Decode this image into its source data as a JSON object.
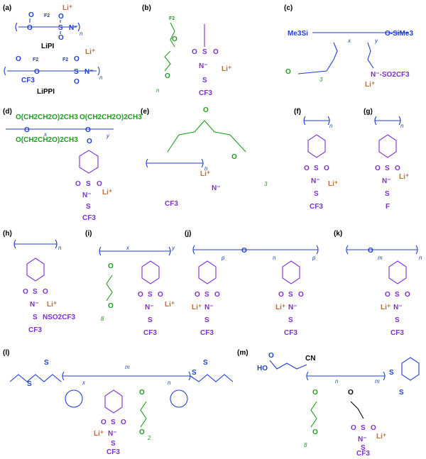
{
  "figure": {
    "panel_labels": [
      "(a)",
      "(b)",
      "(c)",
      "(d)",
      "(e)",
      "(f)",
      "(g)",
      "(h)",
      "(i)",
      "(j)",
      "(k)",
      "(l)",
      "(m)"
    ],
    "names": {
      "a1": "LiPI",
      "a2": "LiPPI"
    },
    "colors": {
      "backbone": "#1e3fd0",
      "side_chain": "#1f9a1f",
      "anion": "#7b2fd0",
      "lithium": "#e2621b"
    },
    "chem": {
      "li": "Li",
      "li_plus": "Li⁺",
      "cf3": "CF3",
      "f2": "F2",
      "o": "O",
      "s": "S",
      "n_minus": "N⁻",
      "so2cf3": "N⁻-SO2CF3",
      "peo": "O(CH2CH2O)2CH3",
      "me3si": "Me3Si",
      "sime3": "O-SiMe3",
      "f_label": "F",
      "nso2cf3": "NSO2CF3",
      "ho": "HO",
      "cn": "CN",
      "sub": {
        "n": "n",
        "x": "x",
        "y": "y",
        "m": "m",
        "p": "p",
        "three": "3",
        "eight": "8",
        "two": "2"
      }
    }
  }
}
